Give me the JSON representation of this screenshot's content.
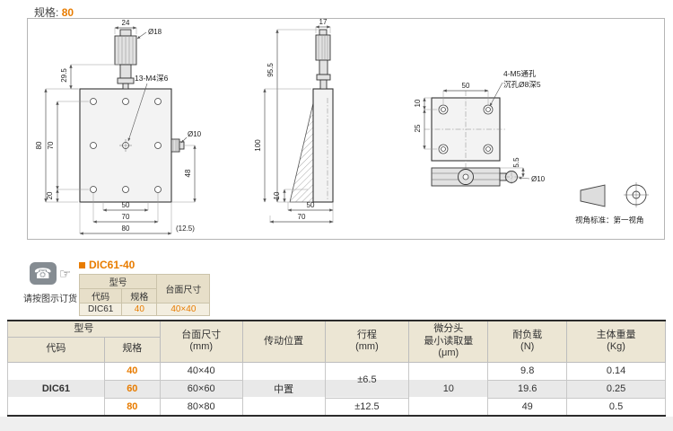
{
  "accent_color": "#e87c00",
  "page": {
    "spec_label": "规格:",
    "spec_value": "80"
  },
  "drawing": {
    "front": {
      "dim_top_width": "24",
      "dim_knob_dia": "Ø18",
      "note_holes": "13-M4深6",
      "dim_29_5": "29.5",
      "dim_left_80": "80",
      "dim_left_70": "70",
      "dim_left_20": "20",
      "dim_bottom_50": "50",
      "dim_bottom_70": "70",
      "dim_bottom_80": "80",
      "dim_offset": "(12.5)",
      "dim_side_knob_dia": "Ø10",
      "dim_right_48": "48"
    },
    "side": {
      "dim_top_17": "17",
      "dim_95_5": "95.5",
      "dim_100": "100",
      "dim_10": "10",
      "dim_bottom_50": "50",
      "dim_bottom_70": "70"
    },
    "rear": {
      "dim_top_50": "50",
      "note_line1": "4-M5通孔",
      "note_line2": "沉孔Ø8深5",
      "dim_10": "10",
      "dim_25": "25",
      "dim_5_5": "5.5",
      "dim_knob_dia": "Ø10"
    },
    "view_note": "视角标准：第一视角"
  },
  "order": {
    "caption": "请按图示订货",
    "title": "DIC61-40",
    "header_model": "型号",
    "header_code": "代码",
    "header_spec": "规格",
    "header_size": "台面尺寸",
    "code": "DIC61",
    "spec": "40",
    "size": "40×40"
  },
  "spec_table": {
    "header": {
      "model": "型号",
      "code": "代码",
      "spec": "规格",
      "size": "台面尺寸\n(mm)",
      "drive": "传动位置",
      "travel": "行程\n(mm)",
      "min_reading": "微分头\n最小读取量\n(μm)",
      "load": "耐负载\n(N)",
      "weight": "主体重量\n(Kg)"
    },
    "code_value": "DIC61",
    "drive_value": "中置",
    "min_reading_value": "10",
    "travel_40_60": "±6.5",
    "travel_80": "±12.5",
    "rows": [
      {
        "spec": "40",
        "size": "40×40",
        "load": "9.8",
        "weight": "0.14"
      },
      {
        "spec": "60",
        "size": "60×60",
        "load": "19.6",
        "weight": "0.25"
      },
      {
        "spec": "80",
        "size": "80×80",
        "load": "49",
        "weight": "0.5"
      }
    ]
  }
}
